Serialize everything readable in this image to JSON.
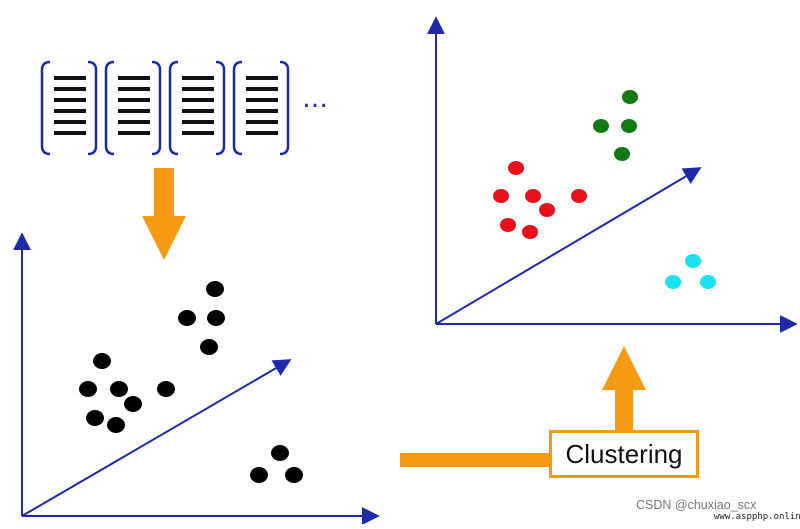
{
  "diagram": {
    "documents_more": "…",
    "clustering_label": "Clustering",
    "watermark": "CSDN @chuxiao_scx",
    "site_watermark": "www.aspphp.online"
  },
  "colors": {
    "axis": "#1f2aa8",
    "arrow": "#f59a12",
    "document": "#1f2aa8",
    "doc_lines": "#111111",
    "unclustered_points": "#000000",
    "cluster_red": "#e8101b",
    "cluster_green": "#137a13",
    "cluster_cyan": "#19e3f0"
  },
  "clusters": {
    "red_count": 7,
    "green_count": 4,
    "cyan_count": 3,
    "unclustered_count": 14
  }
}
